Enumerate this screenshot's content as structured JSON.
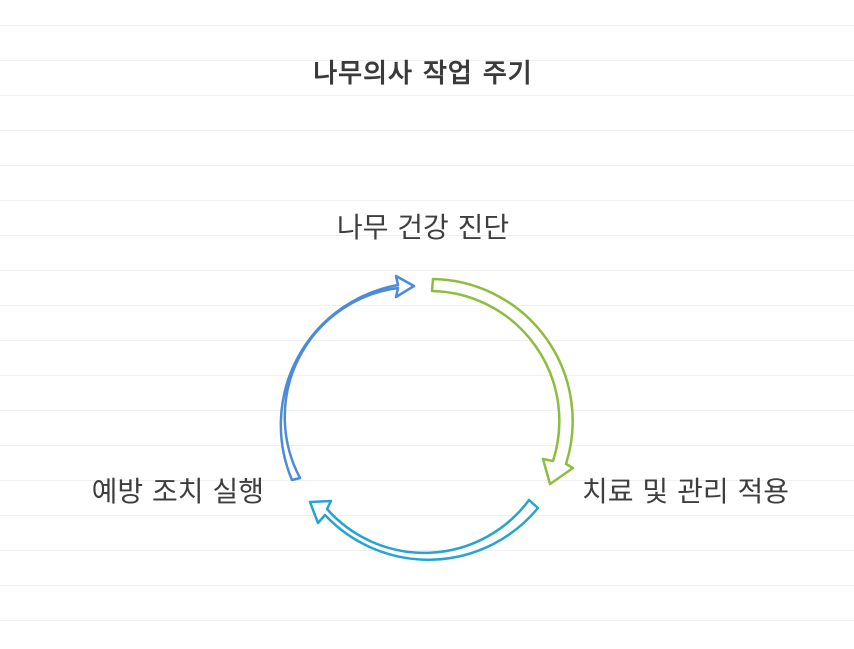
{
  "title": "나무의사 작업 주기",
  "steps": [
    {
      "label": "나무 건강 진단",
      "color": "#4e8ada"
    },
    {
      "label": "치료 및 관리 적용",
      "color": "#8dbd3c"
    },
    {
      "label": "예방 조치 실행",
      "color": "#27a3d3"
    }
  ],
  "arrow_order": [
    "예방 조치 실행 → 나무 건강 진단",
    "나무 건강 진단 → 치료 및 관리 적용",
    "치료 및 관리 적용 → 예방 조치 실행"
  ]
}
